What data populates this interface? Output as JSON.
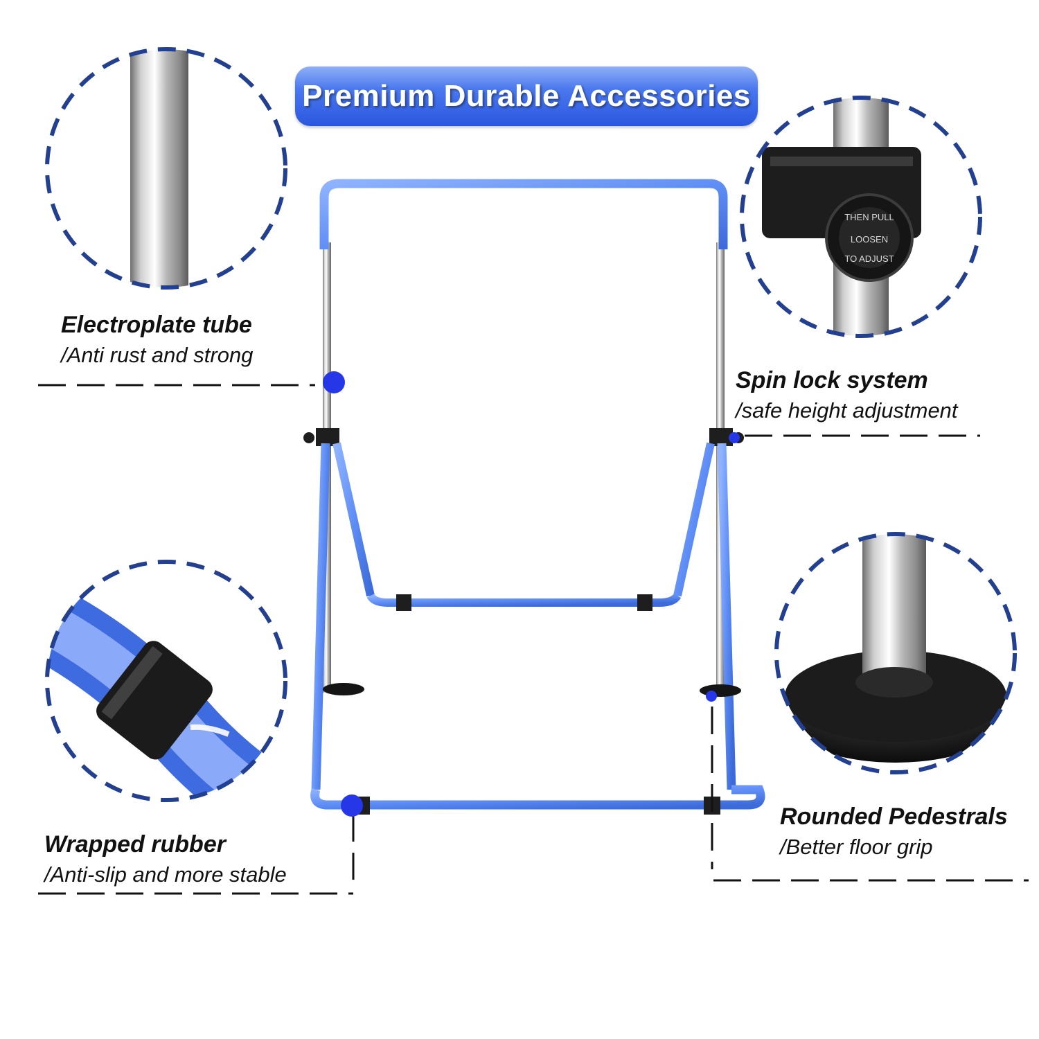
{
  "title": "Premium Durable Accessories",
  "colors": {
    "accent_blue": "#2f5cdf",
    "frame_blue": "#4f7fe3",
    "dash_navy": "#233f8f",
    "marker_blue": "#2637e8"
  },
  "callouts": [
    {
      "heading": "Electroplate tube",
      "subtitle": "/Anti rust and strong"
    },
    {
      "heading": "Spin lock system",
      "subtitle": "/safe height adjustment"
    },
    {
      "heading": "Wrapped rubber",
      "subtitle": "/Anti-slip and more stable"
    },
    {
      "heading": "Rounded Pedestrals",
      "subtitle": "/Better floor grip"
    }
  ],
  "knob_text": {
    "line1": "THEN PULL",
    "line2": "LOOSEN",
    "line3": "TO ADJUST"
  }
}
